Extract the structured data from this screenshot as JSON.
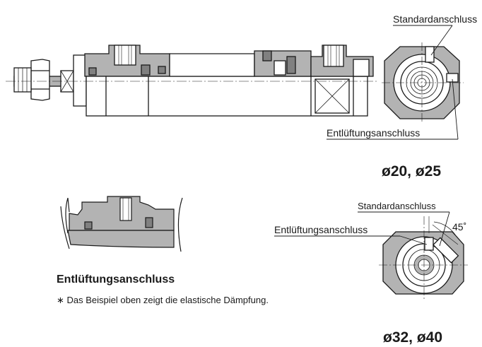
{
  "labels": {
    "standard_port_top": "Standardanschluss",
    "vent_port_top": "Entlüftungsanschluss",
    "bore_small": "ø20, ø25",
    "standard_port_bottom": "Standardanschluss",
    "vent_port_bottom": "Entlüftungsanschluss",
    "angle": "45˚",
    "bore_large": "ø32, ø40"
  },
  "caption": {
    "heading": "Entlüftungsanschluss",
    "note": "∗ Das Beispiel oben zeigt die elastische Dämpfung."
  },
  "colors": {
    "line": "#1a1a1a",
    "fill_gray": "#b3b3b3",
    "fill_dark": "#808080"
  }
}
